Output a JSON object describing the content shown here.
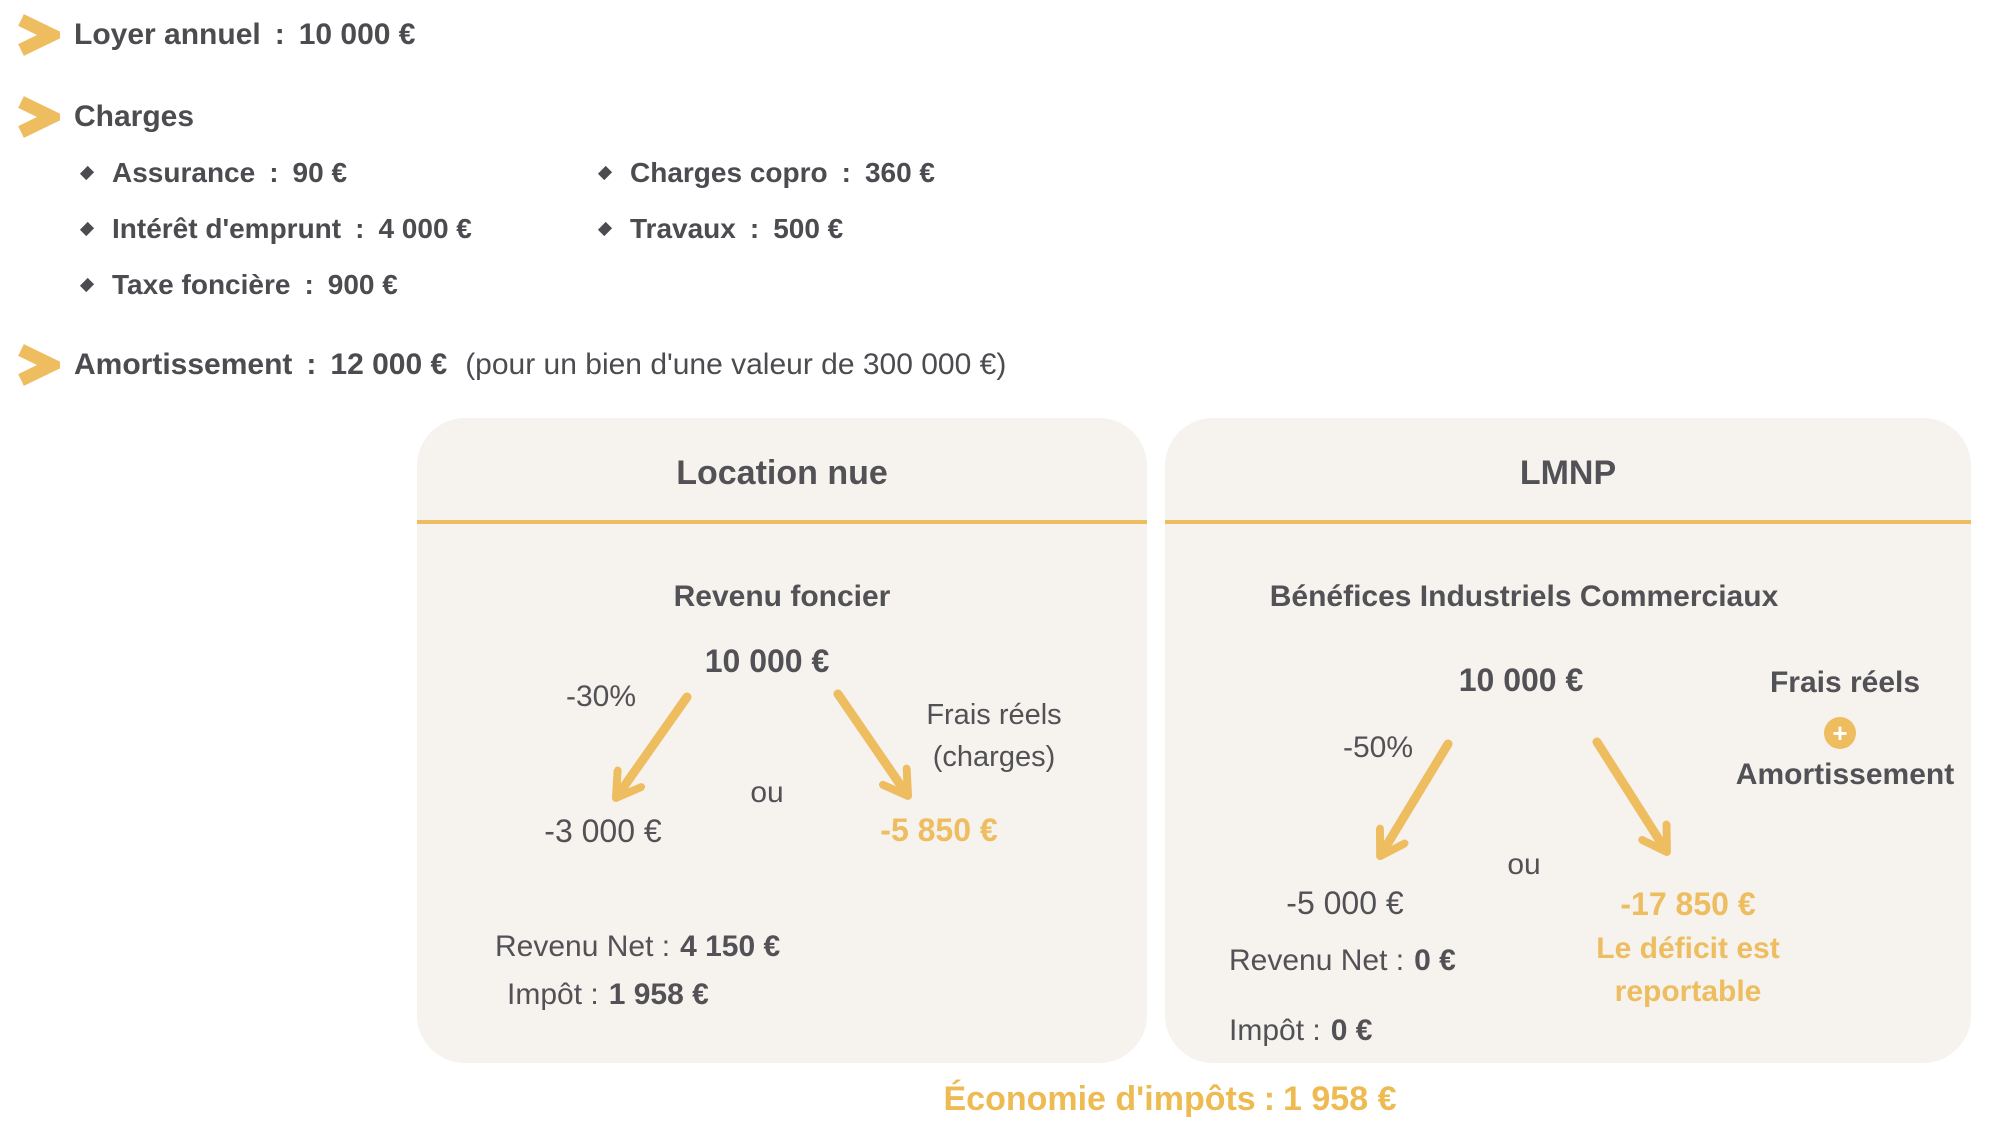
{
  "ui": {
    "sep": ":"
  },
  "colors": {
    "accent": "#edbd60",
    "text": "#4d4d52",
    "card_bg": "#f6f2ee"
  },
  "intro": {
    "loyer_label": "Loyer annuel",
    "loyer_value": "10 000 €",
    "charges_label": "Charges",
    "charges_col1": [
      {
        "label": "Assurance",
        "value": "90 €"
      },
      {
        "label": "Intérêt d'emprunt",
        "value": "4 000 €"
      },
      {
        "label": "Taxe foncière",
        "value": "900 €"
      }
    ],
    "charges_col2": [
      {
        "label": "Charges copro",
        "value": "360 €"
      },
      {
        "label": "Travaux",
        "value": "500 €"
      }
    ],
    "amortissement_label": "Amortissement",
    "amortissement_value": "12 000 €",
    "amortissement_note": "(pour un bien d'une valeur de 300 000 €)"
  },
  "location_nue": {
    "title": "Location nue",
    "subtitle": "Revenu foncier",
    "amount": "10 000 €",
    "left_label": "-30%",
    "left_result": "-3 000 €",
    "or_label": "ou",
    "right_label_line1": "Frais réels",
    "right_label_line2": "(charges)",
    "right_result": "-5 850 €",
    "revenu_net_label": "Revenu Net :",
    "revenu_net_value": "4 150 €",
    "impot_label": "Impôt :",
    "impot_value": "1 958 €"
  },
  "lmnp": {
    "title": "LMNP",
    "subtitle": "Bénéfices Industriels Commerciaux",
    "amount": "10 000 €",
    "left_label": "-50%",
    "left_result": "-5 000 €",
    "or_label": "ou",
    "side_label_top": "Frais réels",
    "plus": "+",
    "side_label_bottom": "Amortissement",
    "right_result": "-17 850 €",
    "deficit_line1": "Le déficit est",
    "deficit_line2": "reportable",
    "revenu_net_label": "Revenu Net :",
    "revenu_net_value": "0 €",
    "impot_label": "Impôt :",
    "impot_value": "0 €"
  },
  "footer": {
    "label": "Économie d'impôts",
    "value": "1 958 €"
  }
}
